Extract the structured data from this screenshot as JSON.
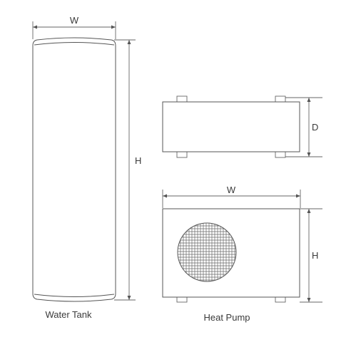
{
  "water_tank": {
    "caption": "Water Tank",
    "width_label": "W",
    "height_label": "H"
  },
  "heat_pump": {
    "caption": "Heat Pump",
    "depth_label": "D",
    "width_label": "W",
    "height_label": "H"
  }
}
